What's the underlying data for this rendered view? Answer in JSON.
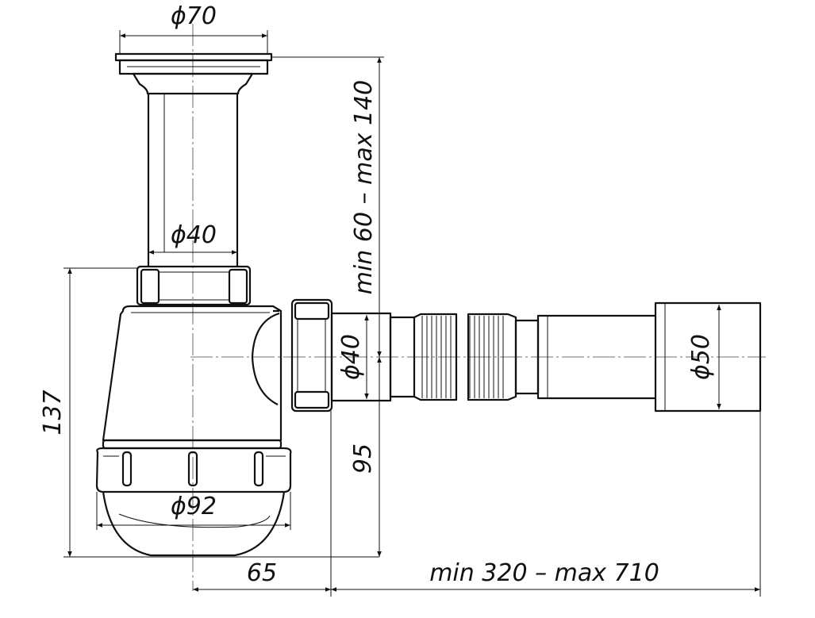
{
  "dimensions": {
    "top_flange_diameter": "ϕ70",
    "pipe_diameter": "ϕ40",
    "height_range": "min 60 – max 140",
    "overall_height": "137",
    "outlet_diameter_small": "ϕ40",
    "outlet_diameter_large": "ϕ50",
    "outlet_height": "95",
    "bowl_diameter": "ϕ92",
    "center_offset": "65",
    "length_range": "min 320 – max 710"
  }
}
